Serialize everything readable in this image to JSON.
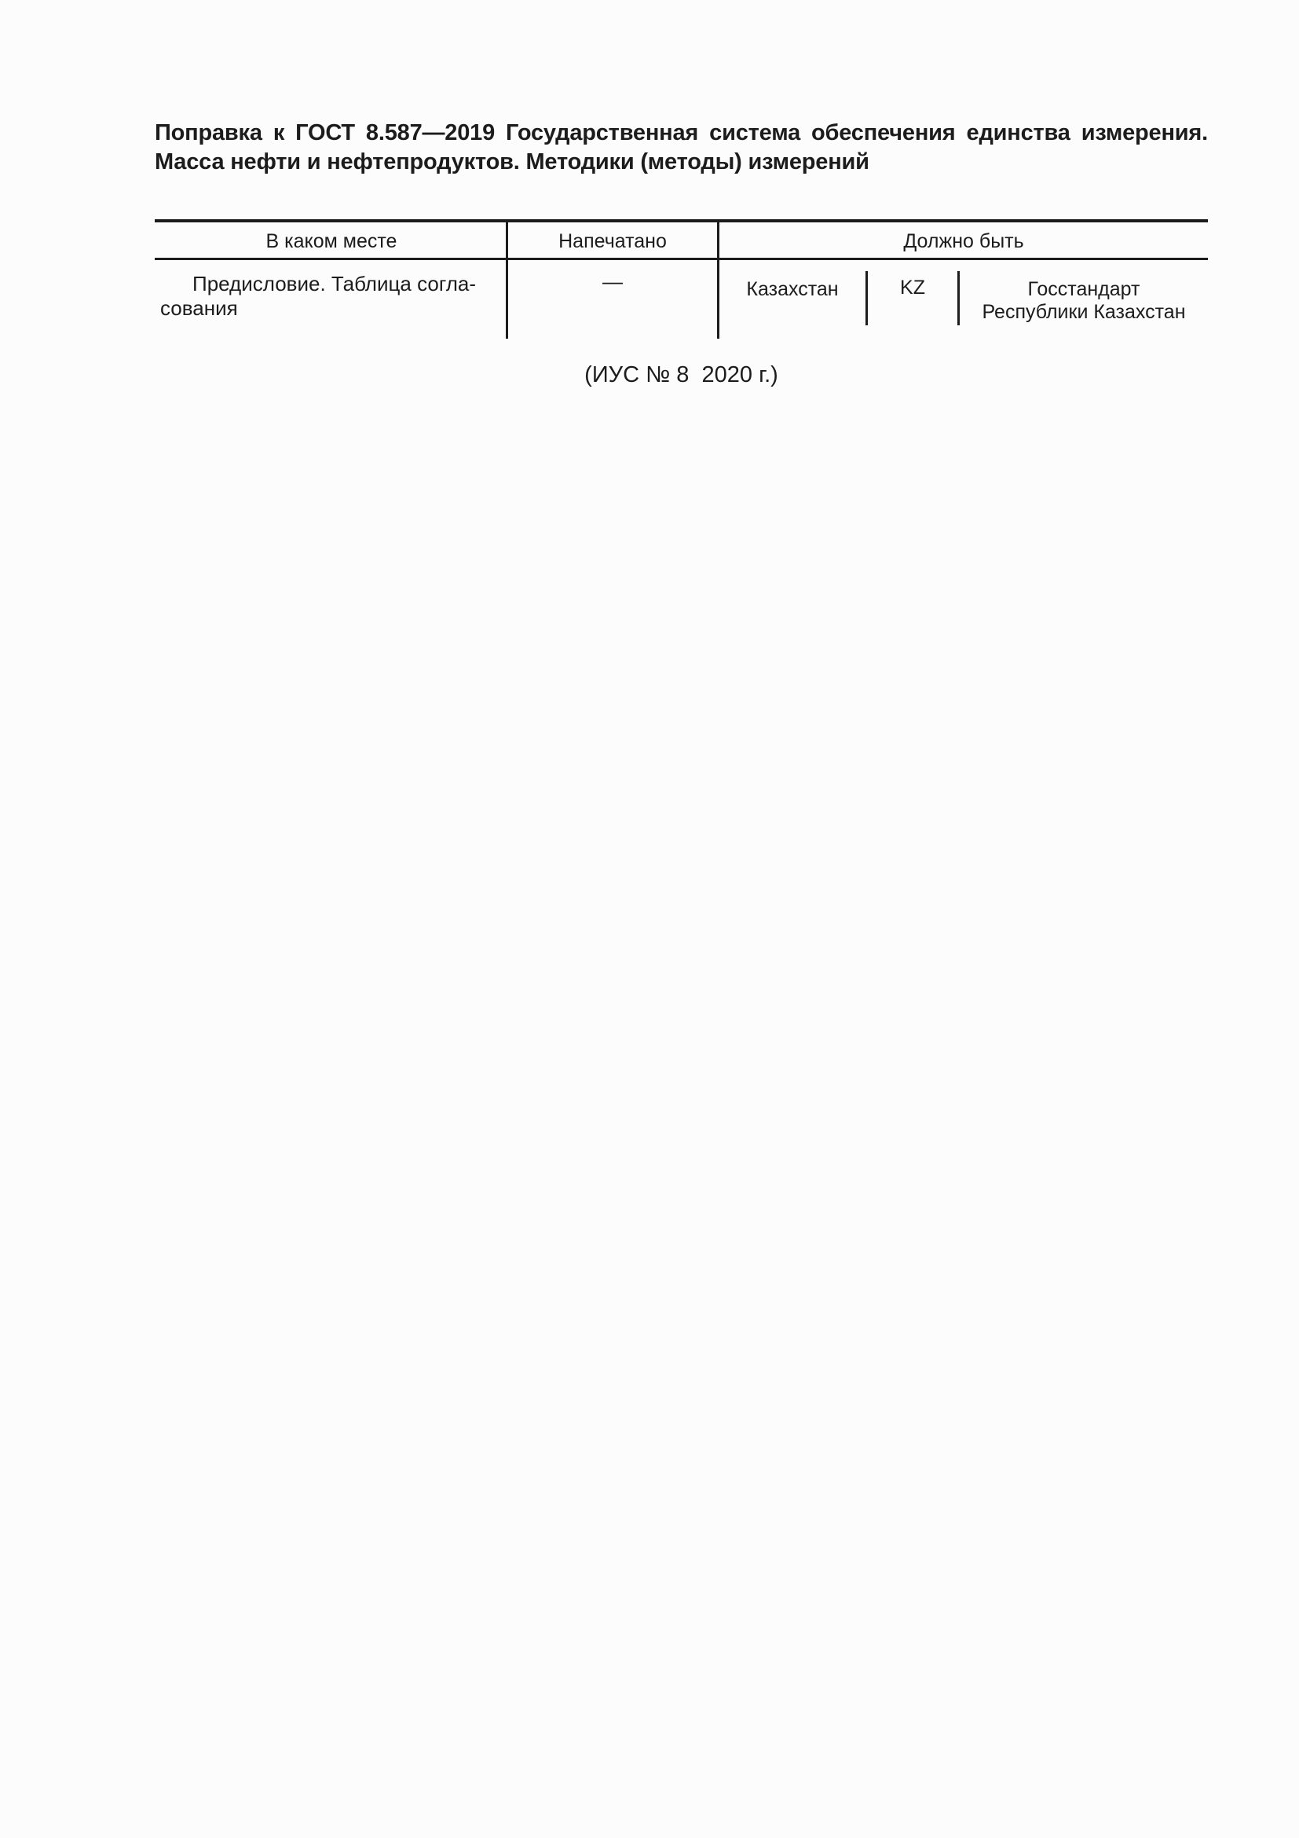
{
  "page": {
    "background_color": "#fcfcfc",
    "ink_color": "#1c1c1c"
  },
  "document": {
    "title": "Поправка к ГОСТ 8.587—2019 Государственная система обеспечения единства измерения. Масса нефти и нефтепродуктов. Методики (методы) измерений",
    "publication_note": "(ИУС № 8  2020 г.)"
  },
  "correction_table": {
    "columns": {
      "where": "В каком месте",
      "printed": "Напечатано",
      "should_be": "Должно быть"
    },
    "row": {
      "where_lines": [
        "Предисловие. Таблица согла-",
        "сования"
      ],
      "printed_value": "—",
      "should_be": {
        "country": "Казахстан",
        "country_code": "KZ",
        "authority_lines": [
          "Госстандарт",
          "Республики Казахстан"
        ]
      }
    }
  }
}
